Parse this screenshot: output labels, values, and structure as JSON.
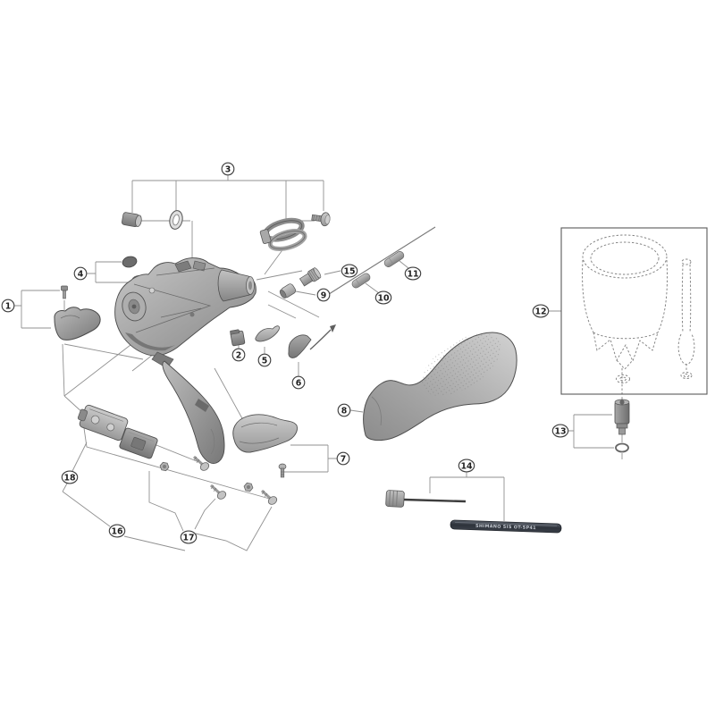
{
  "diagram": {
    "type": "exploded-parts-diagram",
    "background": "#ffffff",
    "callouts": [
      {
        "label": "1"
      },
      {
        "label": "2"
      },
      {
        "label": "3"
      },
      {
        "label": "4"
      },
      {
        "label": "5"
      },
      {
        "label": "6"
      },
      {
        "label": "7"
      },
      {
        "label": "8"
      },
      {
        "label": "9"
      },
      {
        "label": "10"
      },
      {
        "label": "11"
      },
      {
        "label": "12"
      },
      {
        "label": "13"
      },
      {
        "label": "14"
      },
      {
        "label": "15"
      },
      {
        "label": "16"
      },
      {
        "label": "17"
      },
      {
        "label": "18"
      }
    ],
    "parts": [
      {
        "callout": "1",
        "name": "lever-paddle-with-screw"
      },
      {
        "callout": "2",
        "name": "stopper-block"
      },
      {
        "callout": "3",
        "name": "clamp-band-assembly"
      },
      {
        "callout": "4",
        "name": "cap-and-o-ring"
      },
      {
        "callout": "5",
        "name": "shift-lever-link"
      },
      {
        "callout": "6",
        "name": "spring-plate-with-wire"
      },
      {
        "callout": "7",
        "name": "bottom-cover-with-screw"
      },
      {
        "callout": "8",
        "name": "bracket-hood-cover"
      },
      {
        "callout": "9",
        "name": "boot"
      },
      {
        "callout": "10",
        "name": "cable-sleeve"
      },
      {
        "callout": "11",
        "name": "cable-sleeve"
      },
      {
        "callout": "12",
        "name": "grommet-reference-set"
      },
      {
        "callout": "13",
        "name": "plug-with-o-ring"
      },
      {
        "callout": "14",
        "name": "inner-cable-and-outer-casing"
      },
      {
        "callout": "15",
        "name": "cable-adjusting-barrel"
      },
      {
        "callout": "16",
        "name": "mounting-bracket-set"
      },
      {
        "callout": "17",
        "name": "fixing-screw-set"
      },
      {
        "callout": "18",
        "name": "switch-plate"
      }
    ],
    "housing": {
      "text": "SHIMANO SIS OT-SP41"
    },
    "colors": {
      "background": "#ffffff",
      "leader_line": "#919191",
      "outline": "#4a4a4a",
      "part_light": "#c8c8c8",
      "part_mid": "#9a9a9a",
      "part_dark": "#6d6d6d",
      "housing_dark": "#2e333b",
      "callout_stroke": "#3f3f3f",
      "callout_text": "#1f1f1f"
    }
  }
}
